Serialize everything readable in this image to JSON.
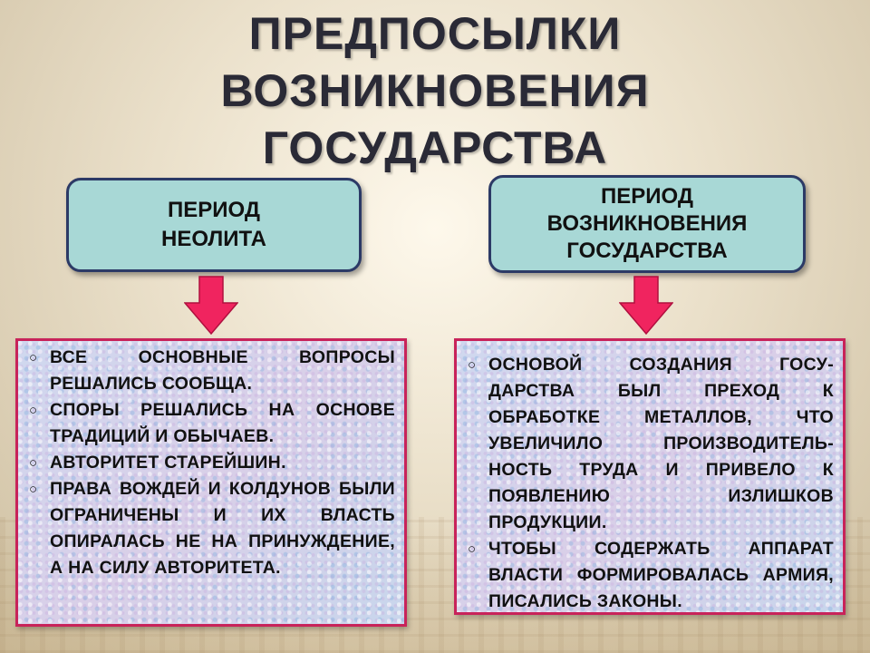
{
  "title": {
    "line1": "ПРЕДПОСЫЛКИ",
    "line2": "ВОЗНИКНОВЕНИЯ",
    "line3": "ГОСУДАРСТВА"
  },
  "left_period": {
    "line1": "ПЕРИОД",
    "line2": "НЕОЛИТА"
  },
  "right_period": {
    "line1": "ПЕРИОД",
    "line2": "ВОЗНИКНОВЕНИЯ",
    "line3": "ГОСУДАРСТВА"
  },
  "bullet_symbol": "○",
  "left_items": [
    "ВСЕ ОСНОВНЫЕ ВОПРОСЫ РЕШАЛИСЬ СООБЩА.",
    "СПОРЫ РЕШАЛИСЬ НА ОСНОВЕ ТРАДИЦИЙ И ОБЫЧАЕВ.",
    "АВТОРИТЕТ СТАРЕЙШИН.",
    "ПРАВА ВОЖДЕЙ И КОЛДУНОВ БЫЛИ ОГРАНИЧЕНЫ И ИХ ВЛАСТЬ ОПИРАЛАСЬ НЕ НА ПРИНУЖДЕНИЕ, А НА СИЛУ АВТОРИТЕТА."
  ],
  "right_items": [
    "ОСНОВОЙ СОЗДАНИЯ ГОСУ-ДАРСТВА БЫЛ ПРЕХОД К ОБРАБОТКЕ МЕТАЛЛОВ, ЧТО УВЕЛИЧИЛО ПРОИЗВОДИТЕЛЬ-НОСТЬ ТРУДА И ПРИВЕЛО К ПОЯВЛЕНИЮ ИЗЛИШКОВ ПРОДУКЦИИ.",
    "ЧТОБЫ СОДЕРЖАТЬ АППАРАТ ВЛАСТИ ФОРМИРОВАЛАСЬ АРМИЯ, ПИСАЛИСЬ ЗАКОНЫ."
  ],
  "colors": {
    "arrow": "#f0245f",
    "box_border": "#2c3a66",
    "box_fill": "#a8d8d6",
    "list_border": "#c8235a"
  }
}
